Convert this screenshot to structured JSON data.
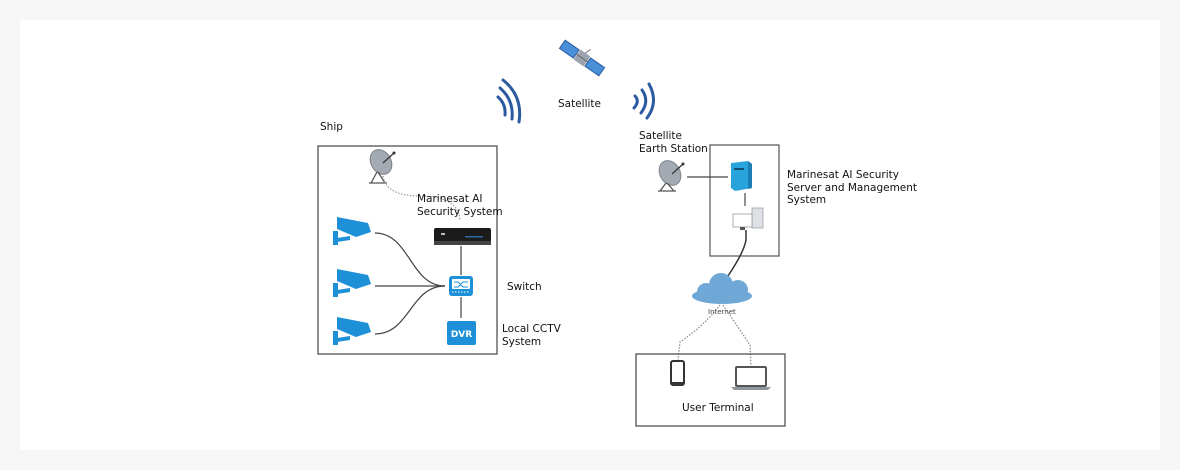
{
  "diagram": {
    "labels": {
      "satellite": "Satellite",
      "ship": "Ship",
      "ai_system": "Marinesat AI\nSecurity System",
      "switch": "Switch",
      "local_cctv": "Local CCTV\nSystem",
      "earth_station": "Satellite\nEarth Station",
      "server": "Marinesat AI Security\nServer and Management\nSystem",
      "internet": "Internet",
      "user_terminal": "User Terminal"
    },
    "icons": {
      "dvr_text": "DVR"
    },
    "colors": {
      "signal_blue": "#2c5aa0",
      "device_blue": "#1e90d8",
      "cloud_blue": "#6fa8d6",
      "server_blue": "#29a3dc",
      "box_border": "#444444"
    }
  }
}
